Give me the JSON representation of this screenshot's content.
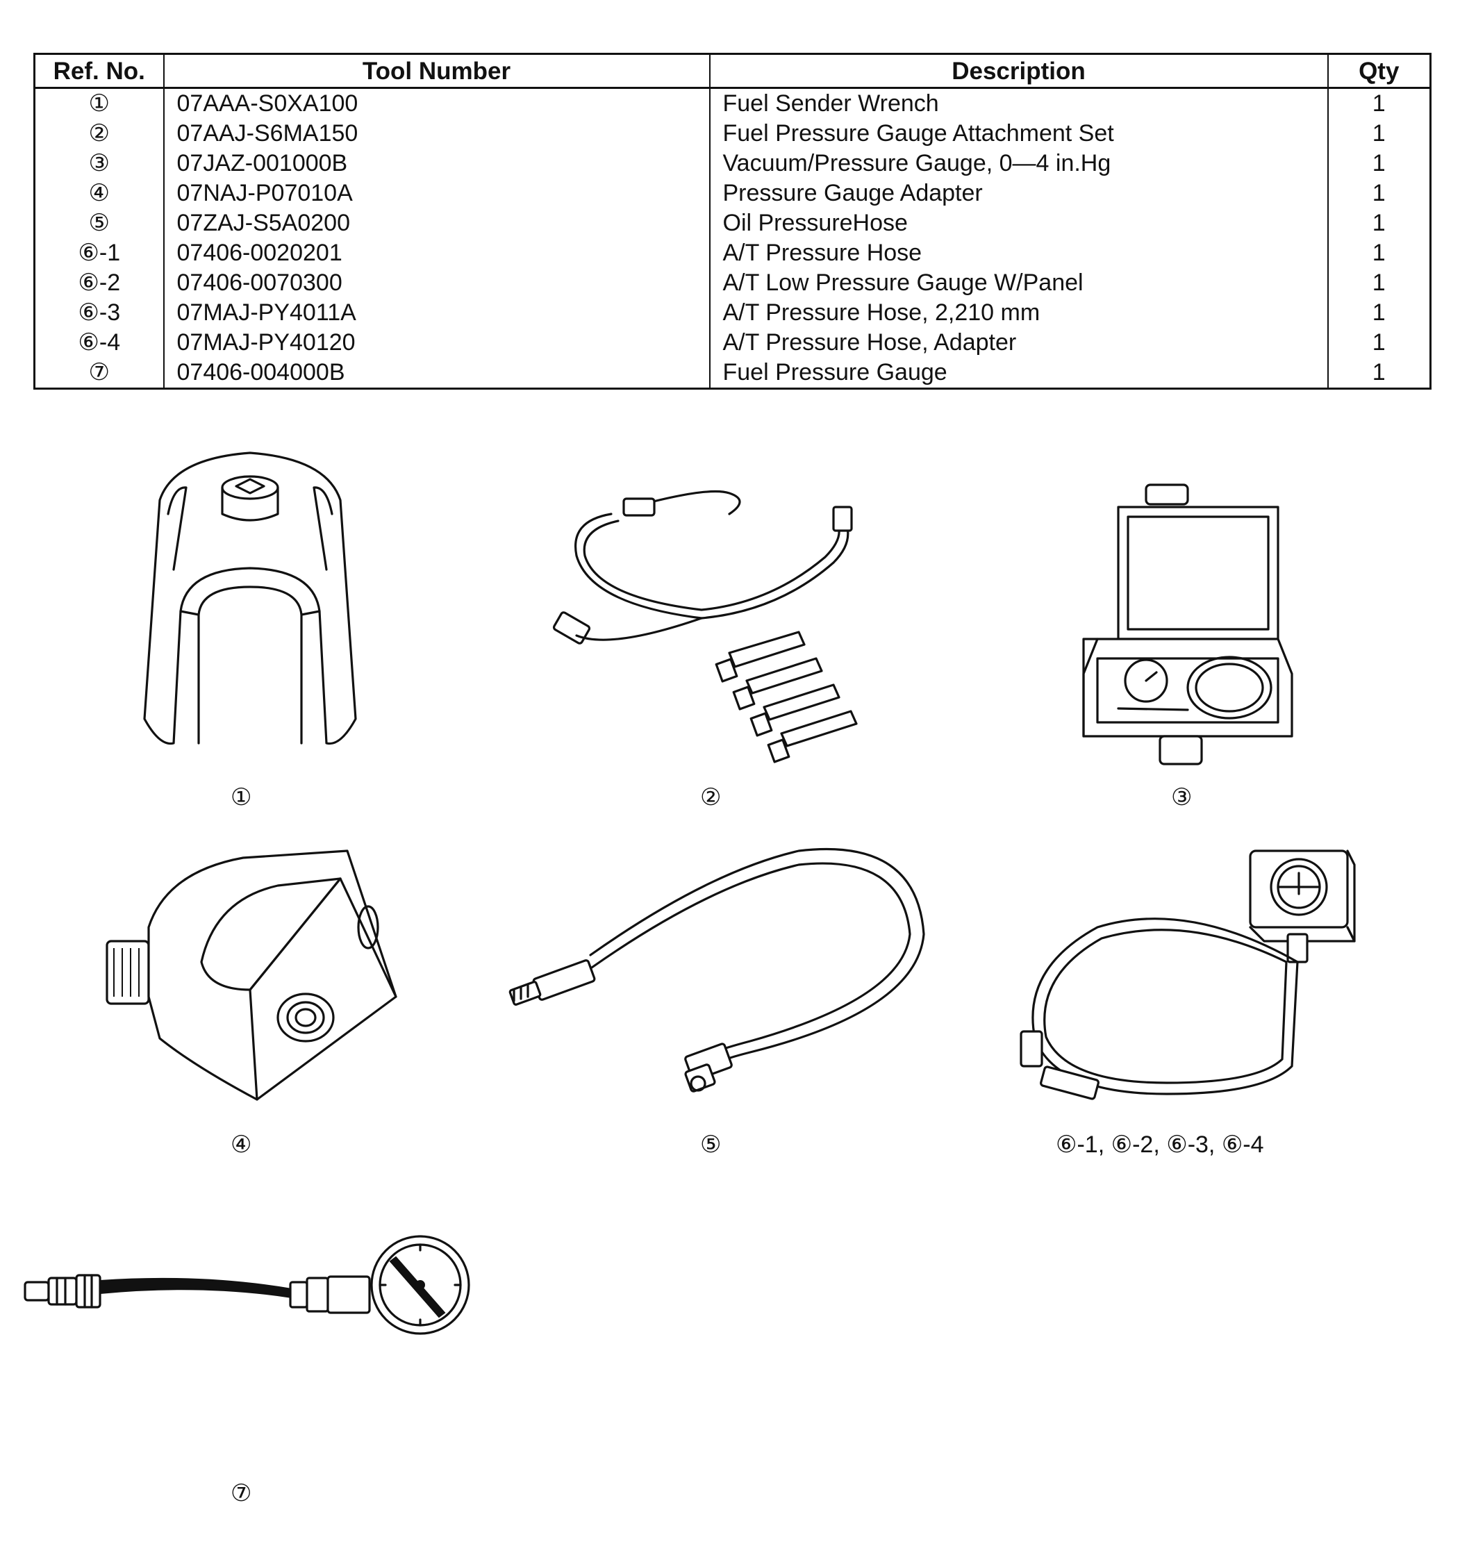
{
  "table": {
    "headers": {
      "ref": "Ref. No.",
      "tool": "Tool Number",
      "description": "Description",
      "qty": "Qty"
    },
    "rows": [
      {
        "ref": "①",
        "tool": "07AAA-S0XA100",
        "description": "Fuel Sender Wrench",
        "qty": "1"
      },
      {
        "ref": "②",
        "tool": "07AAJ-S6MA150",
        "description": "Fuel Pressure Gauge Attachment Set",
        "qty": "1"
      },
      {
        "ref": "③",
        "tool": "07JAZ-001000B",
        "description": "Vacuum/Pressure Gauge, 0—4 in.Hg",
        "qty": "1"
      },
      {
        "ref": "④",
        "tool": "07NAJ-P07010A",
        "description": "Pressure Gauge Adapter",
        "qty": "1"
      },
      {
        "ref": "⑤",
        "tool": "07ZAJ-S5A0200",
        "description": "Oil PressureHose",
        "qty": "1"
      },
      {
        "ref": "⑥-1",
        "tool": "07406-0020201",
        "description": "A/T Pressure Hose",
        "qty": "1"
      },
      {
        "ref": "⑥-2",
        "tool": "07406-0070300",
        "description": "A/T Low Pressure Gauge W/Panel",
        "qty": "1"
      },
      {
        "ref": "⑥-3",
        "tool": "07MAJ-PY4011A",
        "description": "A/T Pressure Hose, 2,210 mm",
        "qty": "1"
      },
      {
        "ref": "⑥-4",
        "tool": "07MAJ-PY40120",
        "description": "A/T Pressure Hose, Adapter",
        "qty": "1"
      },
      {
        "ref": "⑦",
        "tool": "07406-004000B",
        "description": "Fuel Pressure Gauge",
        "qty": "1"
      }
    ]
  },
  "figures": {
    "fig1_caption": "①",
    "fig2_caption": "②",
    "fig3_caption": "③",
    "fig4_caption": "④",
    "fig5_caption": "⑤",
    "fig6_caption": "⑥-1, ⑥-2, ⑥-3, ⑥-4",
    "fig7_caption": "⑦"
  }
}
